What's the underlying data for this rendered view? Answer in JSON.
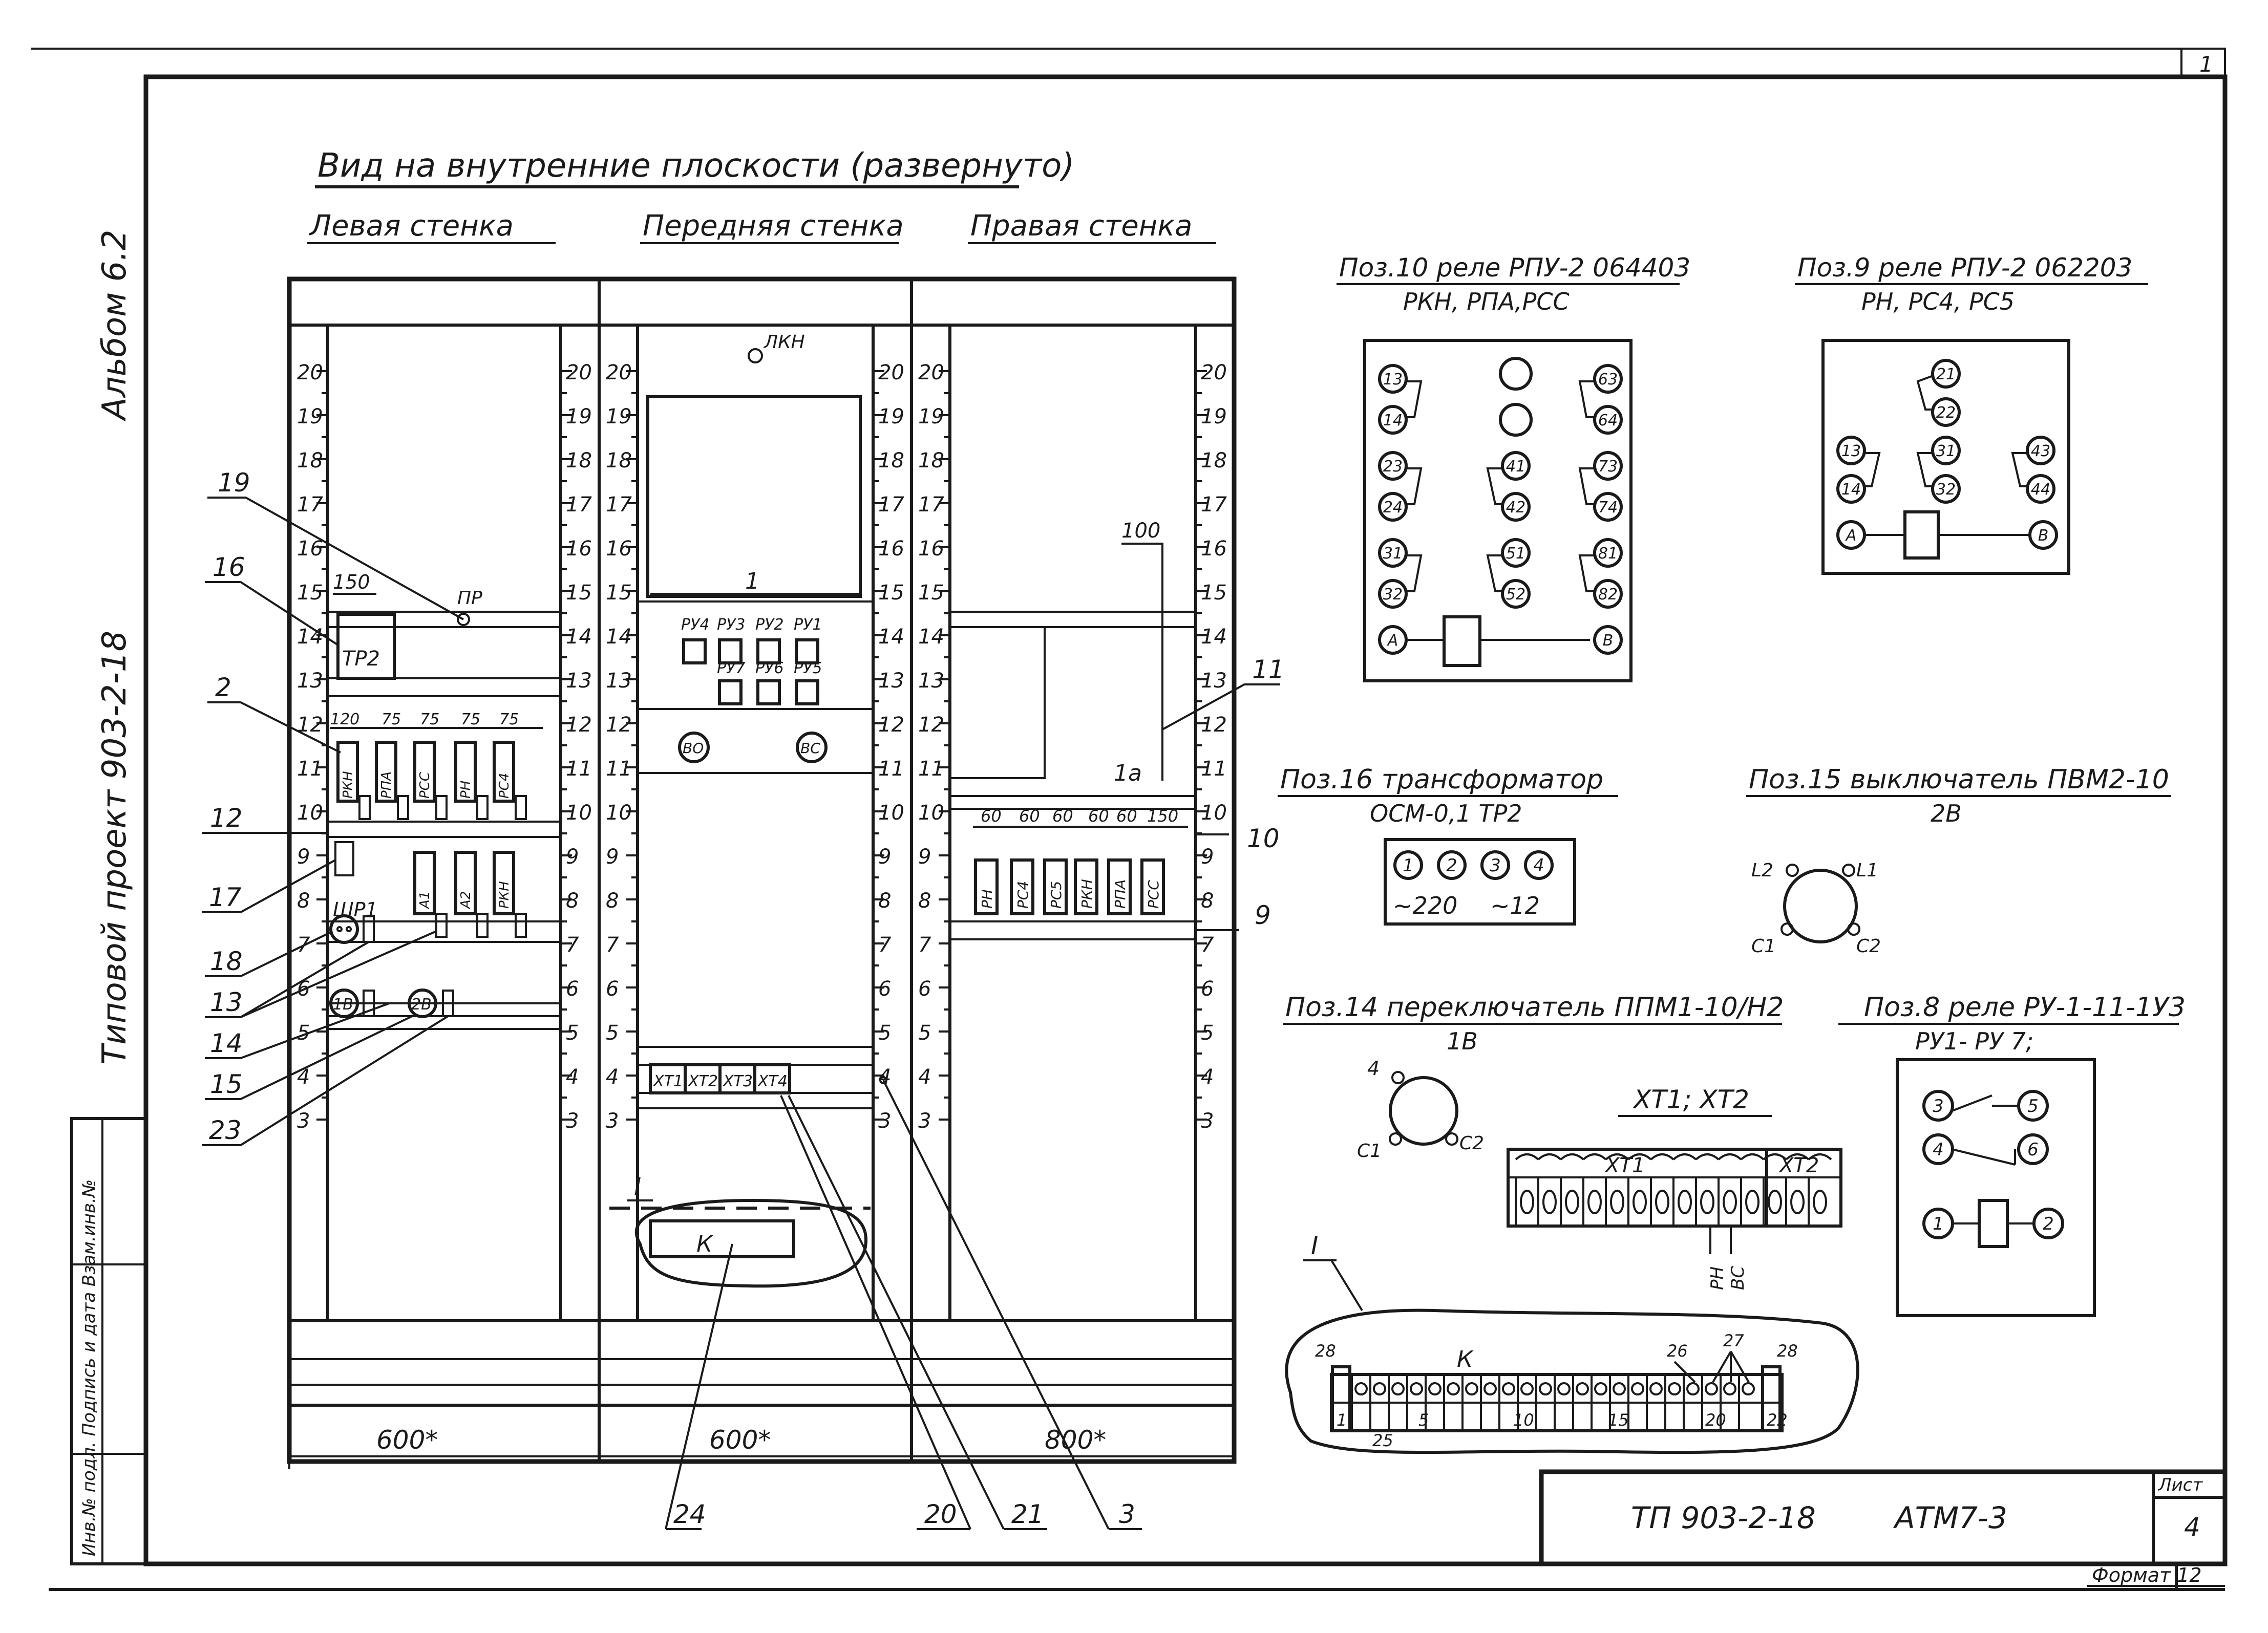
{
  "title": "Вид на внутренние плоскости (развернуто)",
  "walls": {
    "left": "Левая стенка",
    "front": "Передняя стенка",
    "right": "Правая стенка"
  },
  "dims": {
    "d1": "600*",
    "d2": "600*",
    "d3": "800*"
  },
  "scale_ticks": [
    "20",
    "19",
    "18",
    "17",
    "16",
    "15",
    "14",
    "13",
    "12",
    "11",
    "10",
    "9",
    "8",
    "7",
    "6",
    "5",
    "4",
    "3"
  ],
  "callouts": {
    "c1": "1",
    "c1a": "1а",
    "c2": "2",
    "c3": "3",
    "c9": "9",
    "c10": "10",
    "c11": "11",
    "c12": "12",
    "c13": "13",
    "c14": "14",
    "c15": "15",
    "c16": "16",
    "c17": "17",
    "c18": "18",
    "c19": "19",
    "c20": "20",
    "c21": "21",
    "c23": "23",
    "c24": "24",
    "c100": "100"
  },
  "left_wall": {
    "tr2_dim": "150",
    "pr_label": "ПР",
    "tr2": "ТР2",
    "dims_row": [
      "120",
      "75",
      "75",
      "75",
      "75"
    ],
    "relays_top": [
      "РКН",
      "РПА",
      "РСС",
      "РН",
      "РС4"
    ],
    "relays_mid": [
      "А1",
      "А2",
      "РКН"
    ],
    "shr1": "ШР1",
    "sw1": "1В",
    "sw2": "2В"
  },
  "front_wall": {
    "lamp": "ЛКН",
    "ru_top": [
      "РУ4",
      "РУ3",
      "РУ2",
      "РУ1"
    ],
    "ru_bottom": [
      "РУ7",
      "РУ6",
      "РУ5"
    ],
    "buttons": [
      "ВО",
      "ВС"
    ],
    "terminals": [
      "ХТ1",
      "ХТ2",
      "ХТ3",
      "ХТ4"
    ],
    "k_label": "К",
    "roman": "I"
  },
  "right_wall": {
    "dims_row": [
      "60",
      "60",
      "60",
      "60",
      "60",
      "150"
    ],
    "relays": [
      "РН",
      "РС4",
      "РС5",
      "РКН",
      "РПА",
      "РСС"
    ]
  },
  "pos10": {
    "title": "Поз.10 реле РПУ-2 064403",
    "sub": "РКН, РПА,РСС",
    "left_terms": [
      "13",
      "14",
      "23",
      "24",
      "31",
      "32",
      "A"
    ],
    "mid_terms": [
      "41",
      "42",
      "51",
      "52"
    ],
    "right_terms": [
      "63",
      "64",
      "73",
      "74",
      "81",
      "82",
      "B"
    ]
  },
  "pos9": {
    "title": "Поз.9 реле РПУ-2 062203",
    "sub": "РН, РС4, РС5",
    "terms": [
      "21",
      "22",
      "13",
      "14",
      "31",
      "32",
      "43",
      "44",
      "A",
      "B"
    ]
  },
  "pos16": {
    "title": "Поз.16 трансформатор",
    "sub": "ОСМ-0,1  ТР2",
    "terms": [
      "1",
      "2",
      "3",
      "4"
    ],
    "v1": "~220",
    "v2": "~12"
  },
  "pos15": {
    "title": "Поз.15 выключатель ПВМ2-10",
    "sub": "2В",
    "terms": [
      "L2",
      "L1",
      "C1",
      "C2"
    ]
  },
  "pos14": {
    "title": "Поз.14 переключатель ППМ1-10/Н2",
    "sub": "1В",
    "terms": [
      "4",
      "C1",
      "C2"
    ]
  },
  "pos8": {
    "title": "Поз.8 реле РУ-1-11-1У3",
    "sub": "РУ1- РУ 7;",
    "terms": [
      "3",
      "5",
      "4",
      "6",
      "1",
      "2"
    ]
  },
  "xt": {
    "title": "ХТ1; ХТ2",
    "xt1": "ХТ1",
    "xt2": "ХТ2",
    "leads": [
      "РН",
      "ВС"
    ]
  },
  "detail": {
    "label": "I",
    "k": "К",
    "num_labels": [
      "28",
      "26",
      "27",
      "28",
      "1",
      "25",
      "5",
      "10",
      "15",
      "20",
      "22"
    ]
  },
  "title_block": {
    "doc": "ТП 903-2-18",
    "code": "АТМ7-3",
    "sheet_label": "Лист",
    "sheet_num": "4",
    "format": "Формат 12",
    "corner": "1"
  },
  "side_texts": {
    "album": "Альбом 6.2",
    "project": "Типовой  проект 903-2-18",
    "stamp": "Инв.№ подл. Подпись и дата Взам.инв.№"
  }
}
